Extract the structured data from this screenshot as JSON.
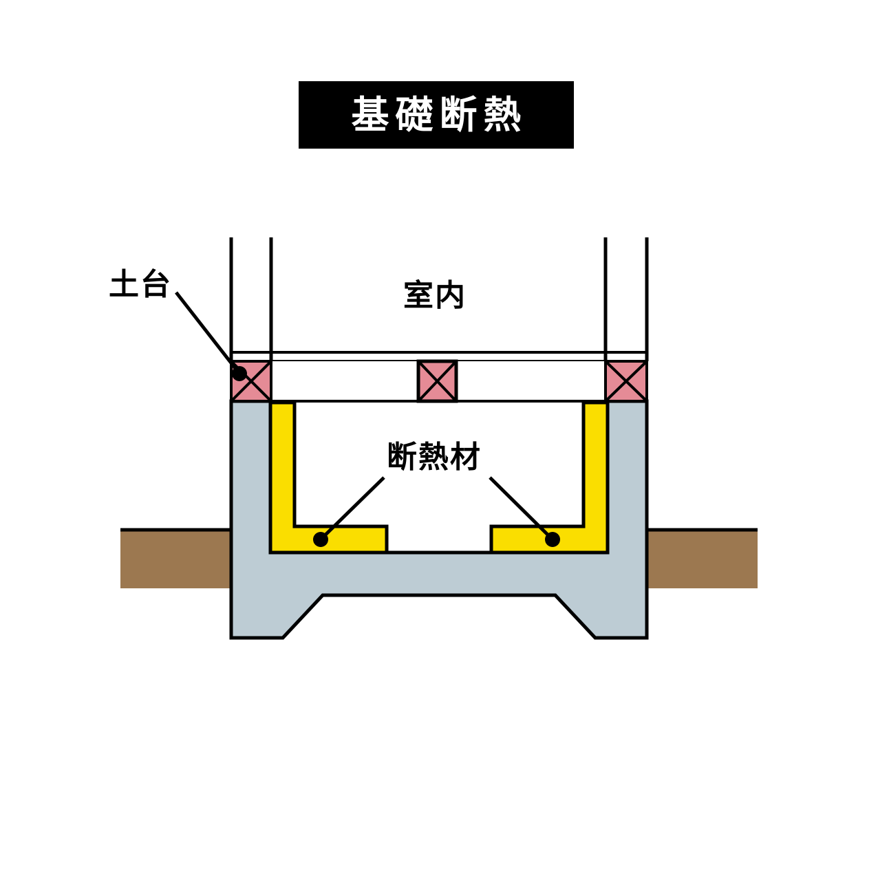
{
  "title": {
    "text": "基礎断熱",
    "banner_bg": "#000000",
    "banner_fg": "#ffffff"
  },
  "labels": {
    "sill": "土台",
    "interior": "室内",
    "insulation": "断熱材"
  },
  "palette": {
    "concrete": "#bdccd4",
    "soil": "#9c7850",
    "insulation": "#fade00",
    "sill_timber": "#e58b96",
    "outline": "#000000",
    "background": "#ffffff"
  },
  "diagram": {
    "type": "cross-section",
    "subject": "foundation-insulation-detail",
    "components": [
      {
        "name": "interior-space",
        "label": "室内",
        "fill": "#ffffff"
      },
      {
        "name": "wall-left",
        "fill": "#ffffff"
      },
      {
        "name": "wall-right",
        "fill": "#ffffff"
      },
      {
        "name": "floor-boards",
        "fill": "#ffffff"
      },
      {
        "name": "sill-plate-left",
        "label": "土台",
        "fill": "#e58b96",
        "hatch": "cross"
      },
      {
        "name": "sill-plate-center",
        "label": "土台",
        "fill": "#e58b96",
        "hatch": "cross"
      },
      {
        "name": "sill-plate-right",
        "label": "土台",
        "fill": "#e58b96",
        "hatch": "cross"
      },
      {
        "name": "foundation-concrete",
        "fill": "#bdccd4"
      },
      {
        "name": "insulation-left",
        "label": "断熱材",
        "fill": "#fade00"
      },
      {
        "name": "insulation-right",
        "label": "断熱材",
        "fill": "#fade00"
      },
      {
        "name": "soil-left",
        "fill": "#9c7850"
      },
      {
        "name": "soil-right",
        "fill": "#9c7850"
      },
      {
        "name": "crawl-space",
        "fill": "#ffffff"
      }
    ],
    "leader_lines": [
      {
        "name": "leader-sill",
        "from_label": "土台",
        "to_component": "sill-plate-left"
      },
      {
        "name": "leader-insulation-left",
        "from_label": "断熱材",
        "to_component": "insulation-left"
      },
      {
        "name": "leader-insulation-right",
        "from_label": "断熱材",
        "to_component": "insulation-right"
      }
    ]
  }
}
